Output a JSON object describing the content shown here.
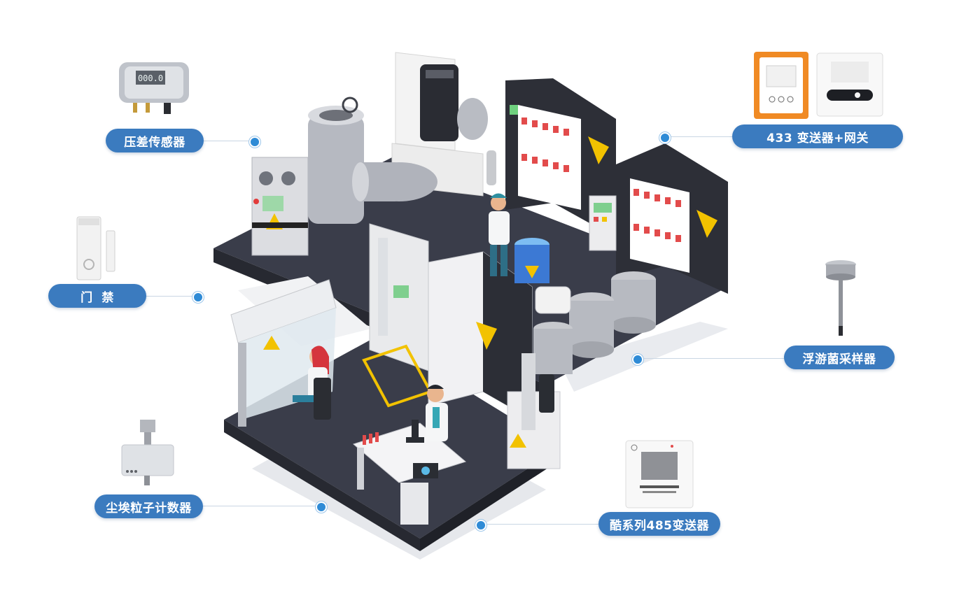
{
  "labels": {
    "pressure_sensor": "压差传感器",
    "transmitter_433": "433 变送器+网关",
    "door_access": "门  禁",
    "airborne_sampler": "浮游菌采样器",
    "particle_counter": "尘埃粒子计数器",
    "transmitter_485": "酷系列485变送器"
  },
  "device_text": {
    "pressure_display": "000.0"
  },
  "colors": {
    "pill": "#3b7bbf",
    "dot": "#2f8bd6",
    "floor": "#3a3d4a",
    "hazard": "#f2c200",
    "rack": "#2d2f37",
    "orange_device": "#f08a24"
  }
}
